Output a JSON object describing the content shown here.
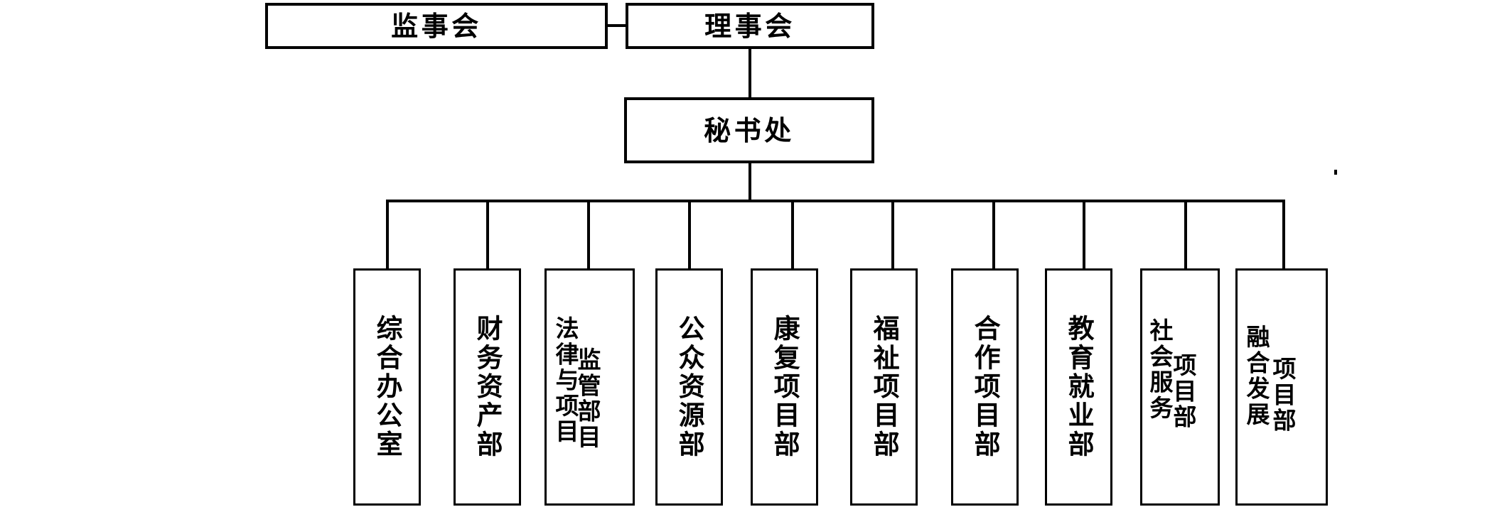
{
  "chart_title": "",
  "nodes": {
    "supervisors": {
      "label": "监事会"
    },
    "council": {
      "label": "理事会"
    },
    "secretariat": {
      "label": "秘书处"
    }
  },
  "departments": [
    {
      "id": "general-office",
      "label": "综合办公室",
      "columns": [
        "综合办公室"
      ]
    },
    {
      "id": "finance-assets",
      "label": "财务资产部",
      "columns": [
        "财务资产部"
      ]
    },
    {
      "id": "legal-supervision",
      "label": "法律监管与项目部",
      "columns": [
        "法律与项目",
        "监管部目"
      ]
    },
    {
      "id": "public-resources",
      "label": "公众资源部",
      "columns": [
        "公众资源部"
      ]
    },
    {
      "id": "rehabilitation",
      "label": "康复项目部",
      "columns": [
        "康复项目部"
      ]
    },
    {
      "id": "welfare",
      "label": "福祉项目部",
      "columns": [
        "福祉项目部"
      ]
    },
    {
      "id": "cooperation",
      "label": "合作项目部",
      "columns": [
        "合作项目部"
      ]
    },
    {
      "id": "education-employment",
      "label": "教育就业部",
      "columns": [
        "教育就业部"
      ]
    },
    {
      "id": "social-service",
      "label": "社会服务项目部",
      "columns": [
        "社会服务",
        "项目部"
      ]
    },
    {
      "id": "integrated-development",
      "label": "融合发展项目部",
      "columns": [
        "融合发展",
        "项目部"
      ]
    }
  ],
  "colors": {
    "stroke": "#000000",
    "fill": "#ffffff",
    "text": "#000000"
  }
}
